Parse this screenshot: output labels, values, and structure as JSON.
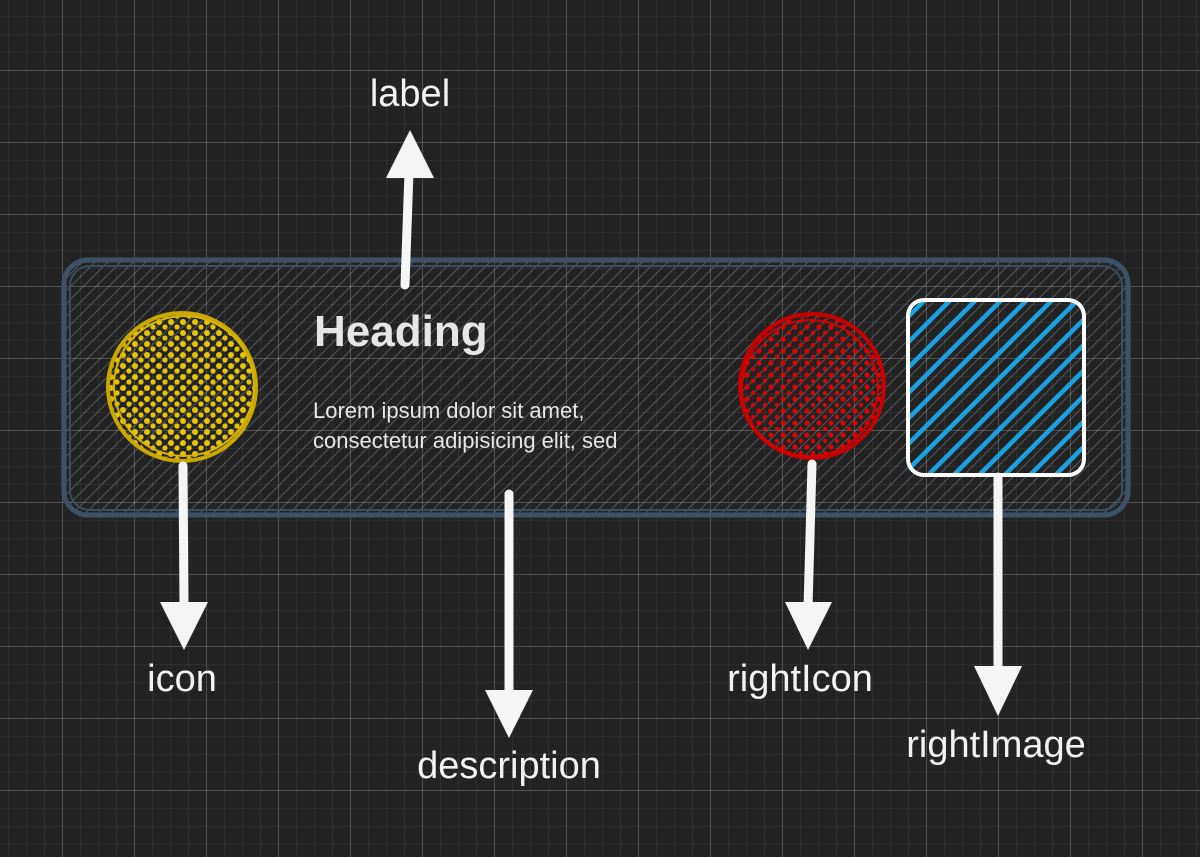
{
  "card": {
    "heading": "Heading",
    "description_line_1": "Lorem ipsum dolor sit amet,",
    "description_line_2": "consectetur adipisicing elit, sed"
  },
  "callouts": {
    "label": "label",
    "icon": "icon",
    "description": "description",
    "right_icon": "rightIcon",
    "right_image": "rightImage"
  },
  "colors": {
    "canvas_background": "#232323",
    "card_border": "#3d5168",
    "icon_yellow": "#d9b400",
    "right_icon_red": "#d40000",
    "right_image_blue": "#1ba1e2",
    "arrow_white": "#f5f5f5"
  }
}
